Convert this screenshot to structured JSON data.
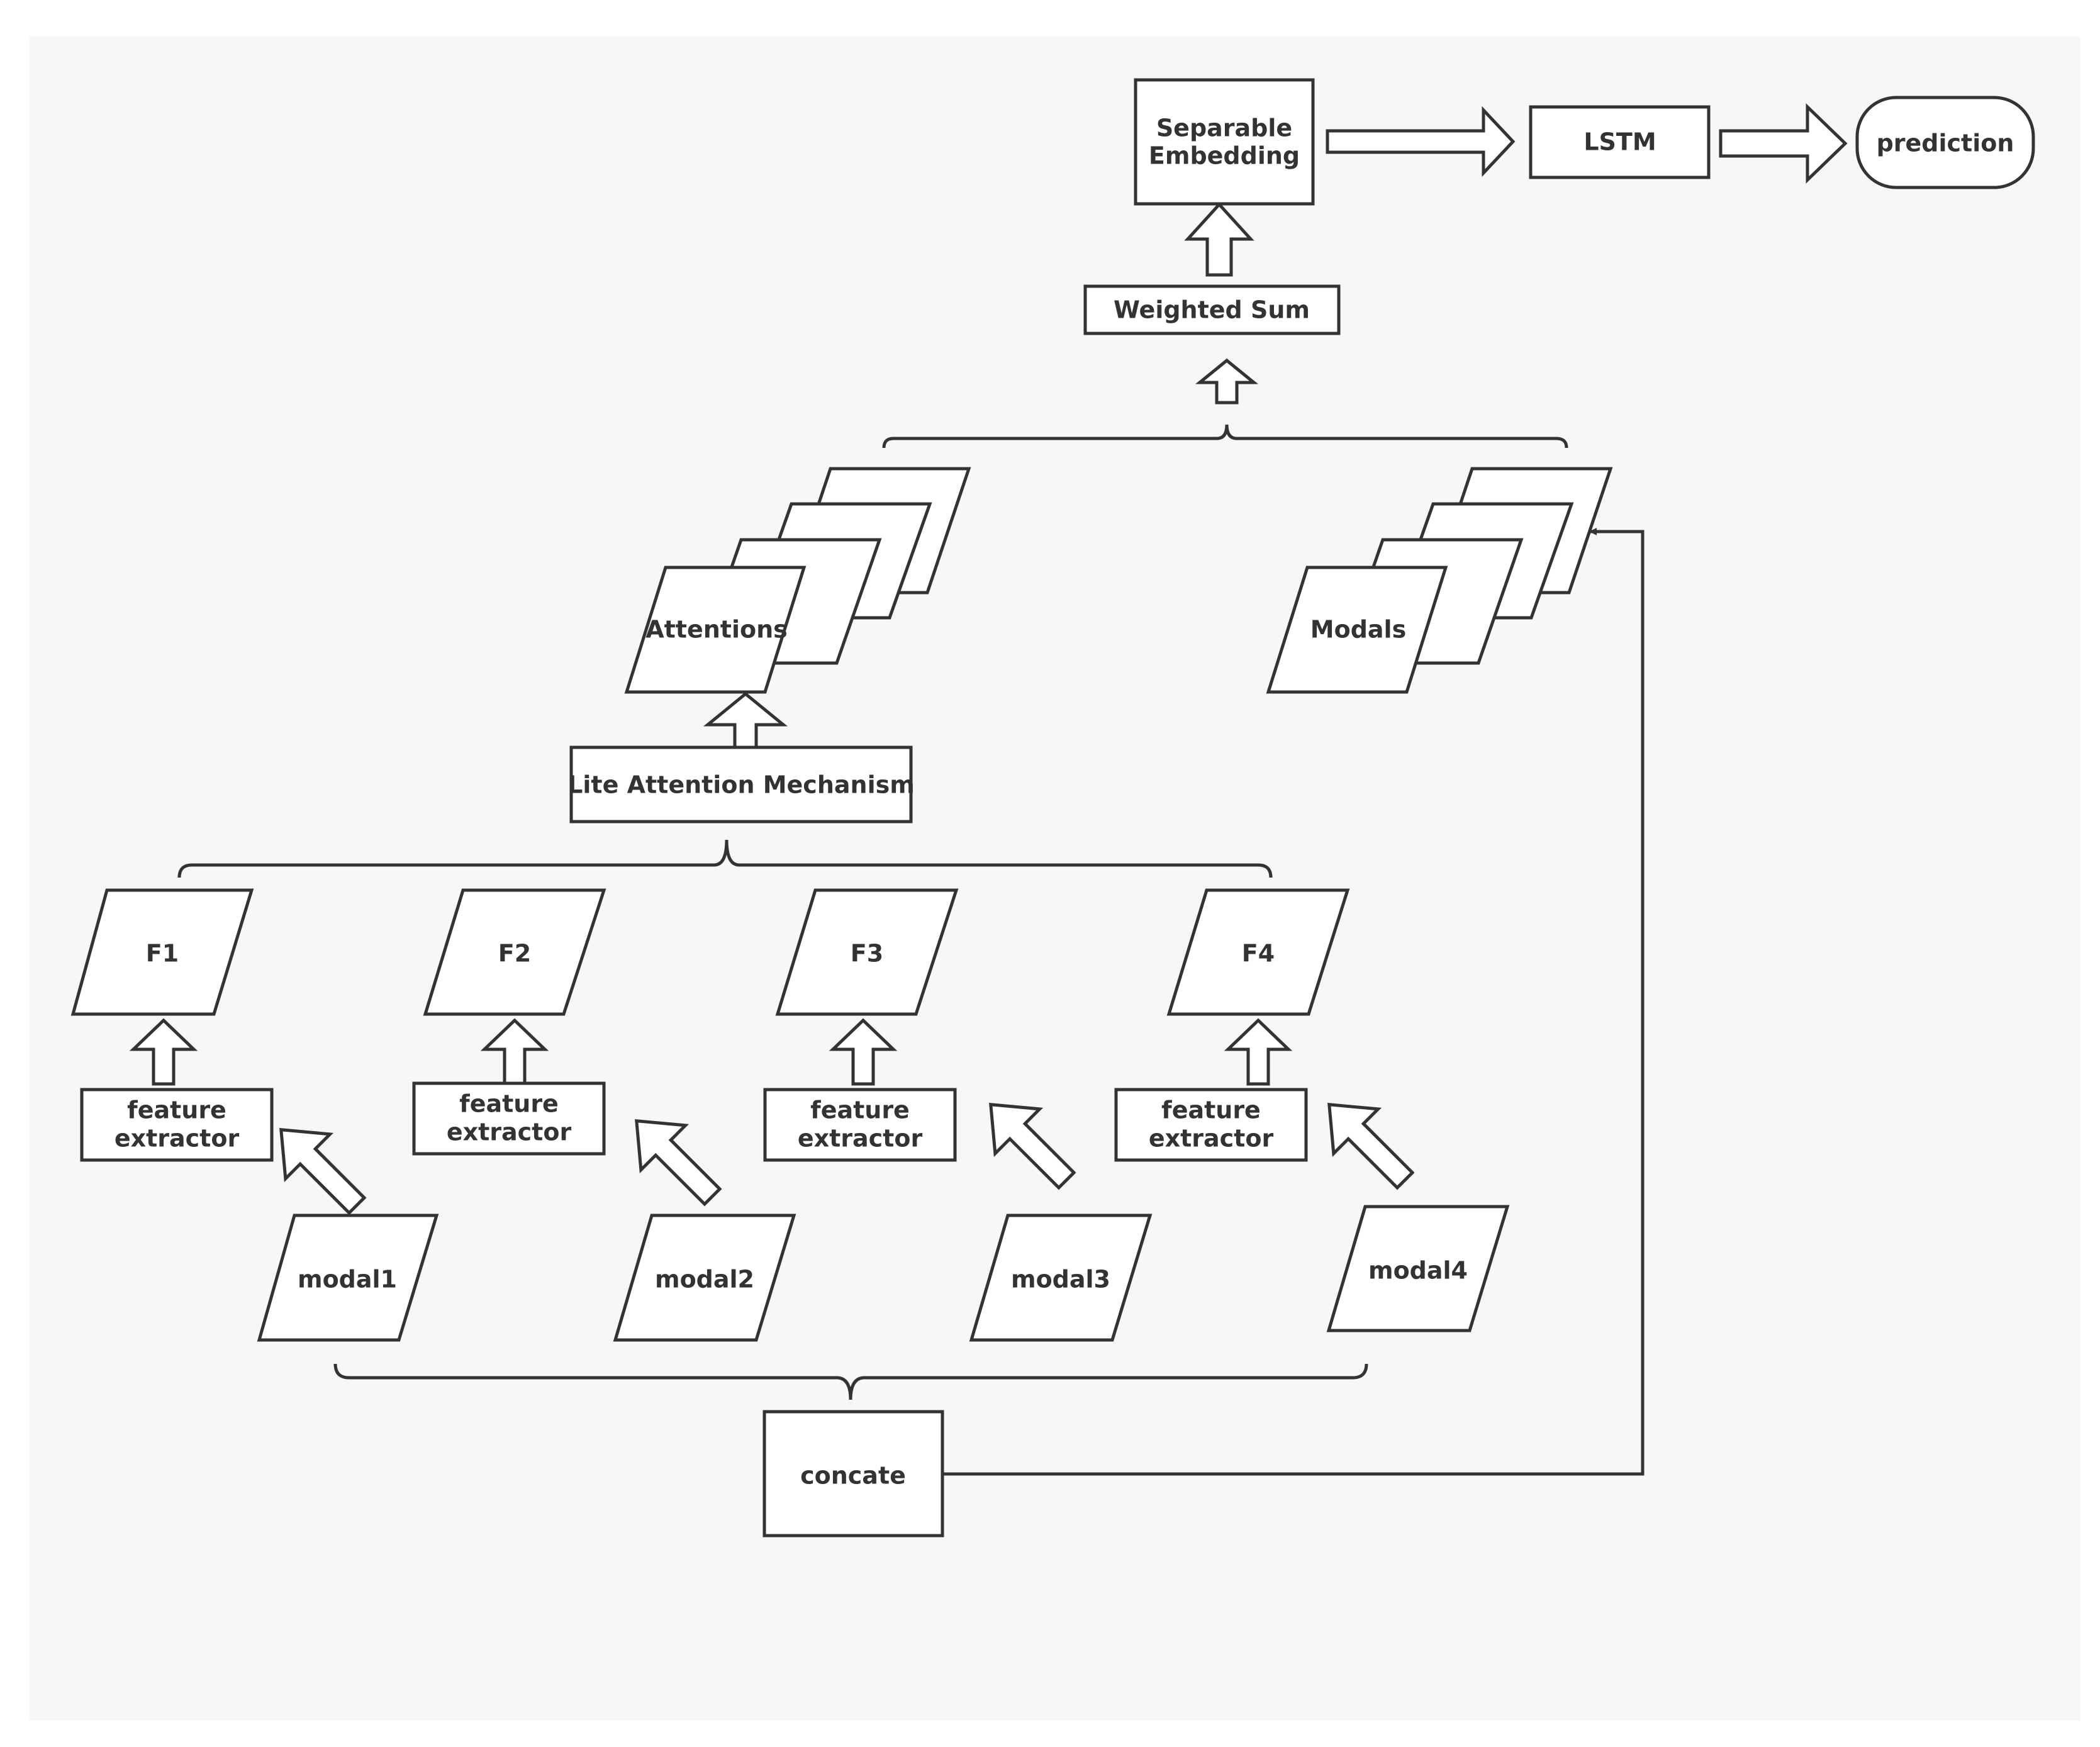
{
  "colors": {
    "canvas": "#f7f7f7",
    "stroke": "#333333",
    "fill": "#ffffff",
    "text": "#333333"
  },
  "nodes": {
    "separable_embedding": {
      "line1": "Separable",
      "line2": "Embedding"
    },
    "lstm": "LSTM",
    "prediction": "prediction",
    "weighted_sum": "Weighted Sum",
    "attentions": "Attentions",
    "modals": "Modals",
    "lite_attention": "Lite Attention Mechanism",
    "features": [
      "F1",
      "F2",
      "F3",
      "F4"
    ],
    "extractor": {
      "line1": "feature",
      "line2": "extractor"
    },
    "modal_inputs": [
      "modal1",
      "modal2",
      "modal3",
      "modal4"
    ],
    "concate": "concate"
  }
}
